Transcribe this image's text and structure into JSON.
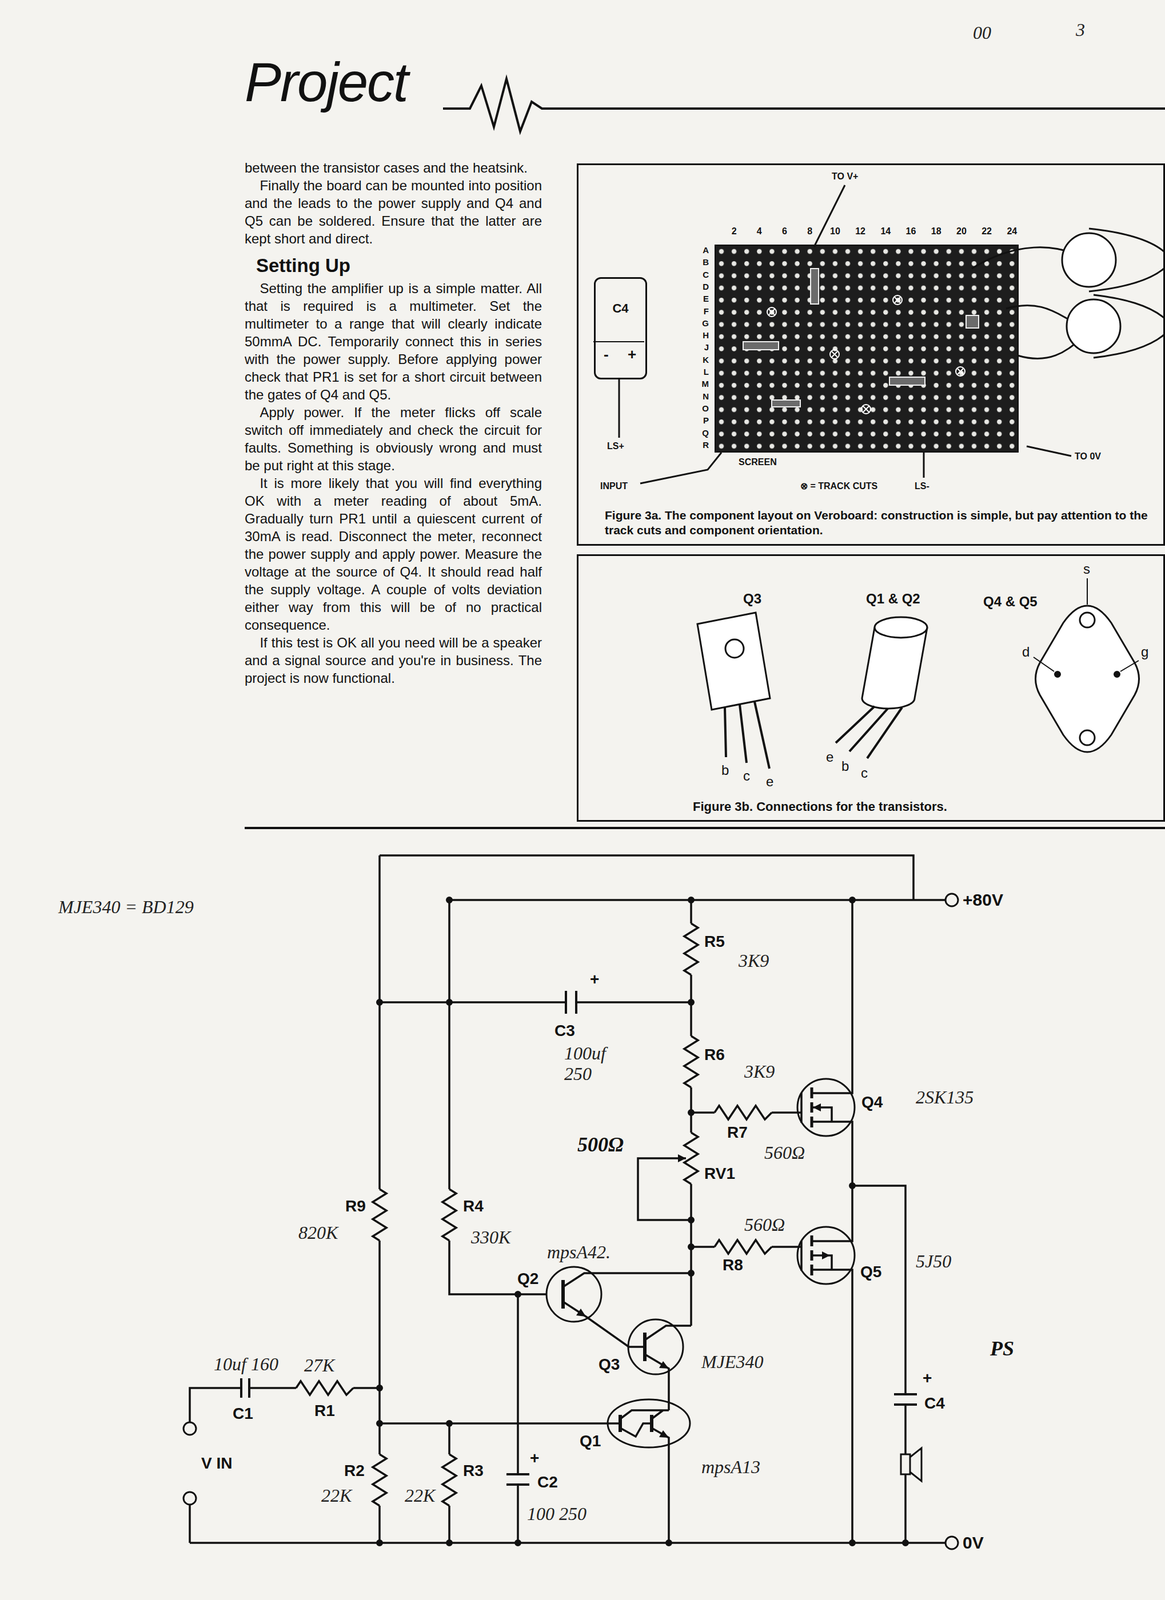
{
  "diagram": {
    "title": "Project",
    "nodes": [
      {
        "text": [
          "Figure 3a. The component layout on Veroboard: construction is simple, but pay attention to the track cuts and component orientation."
        ]
      },
      {
        "text": [
          "C4",
          "-",
          "+"
        ],
        "in": 0
      },
      {
        "text": [
          "Figure 3b. Connections for the transistors."
        ]
      }
    ],
    "labels": [
      "between the transistor cases and the heatsink.",
      "Finally the board can be mounted into position and the leads to the power supply and Q4 and Q5 can be soldered. Ensure that the latter are kept short and direct.",
      "Setting Up",
      "Setting the amplifier up is a simple matter. All that is required is a multimeter. Set the multimeter to a range that will clearly indicate 50mmA DC. Temporarily connect this in series with the power supply. Before applying power check that PR1 is set for a short circuit between the gates of Q4 and Q5.",
      "Apply power. If the meter flicks off scale switch off immediately and check the circuit for faults. Something is obviously wrong and must be put right at this stage.",
      "It is more likely that you will find everything OK with a meter reading of about 5mA. Gradually turn PR1 until a quiescent current of 30mA is read. Disconnect the meter, reconnect the power supply and apply power. Measure the voltage at the source of Q4. It should read half the supply voltage. A couple of volts deviation either way from this will be of no practical consequence.",
      "If this test is OK all you need will be a speaker and a signal source and you're in business. The project is now functional.",
      "TO V+",
      "2",
      "4",
      "6",
      "8",
      "10",
      "12",
      "14",
      "16",
      "18",
      "20",
      "22",
      "24",
      "A",
      "B",
      "C",
      "D",
      "E",
      "F",
      "G",
      "H",
      "J",
      "K",
      "L",
      "M",
      "N",
      "O",
      "P",
      "Q",
      "R",
      "LS+",
      "SCREEN",
      "INPUT",
      "⊗ = TRACK CUTS",
      "LS-",
      "TO 0V",
      "Q3",
      "Q1 & Q2",
      "Q4 & Q5",
      "b",
      "c",
      "e",
      "e",
      "b",
      "c",
      "s",
      "d",
      "g",
      "MJE340 = BD129",
      "+80V",
      "R5",
      "3K9",
      "+",
      "C3",
      "100uf 250",
      "R6",
      "3K9",
      "Q4",
      "2SK135",
      "R7",
      "560Ω",
      "500Ω",
      "RV1",
      "R9",
      "820K",
      "R4",
      "330K",
      "mpsA42.",
      "560Ω",
      "R8",
      "Q2",
      "Q5",
      "5J50",
      "PS",
      "10uf 160",
      "27K",
      "C1",
      "R1",
      "Q3",
      "MJE340",
      "+",
      "C4",
      "Q1",
      "mpsA13",
      "V IN",
      "R2",
      "22K",
      "R3",
      "22K",
      "+",
      "C2",
      "100 250",
      "0V",
      "00",
      "3"
    ]
  }
}
